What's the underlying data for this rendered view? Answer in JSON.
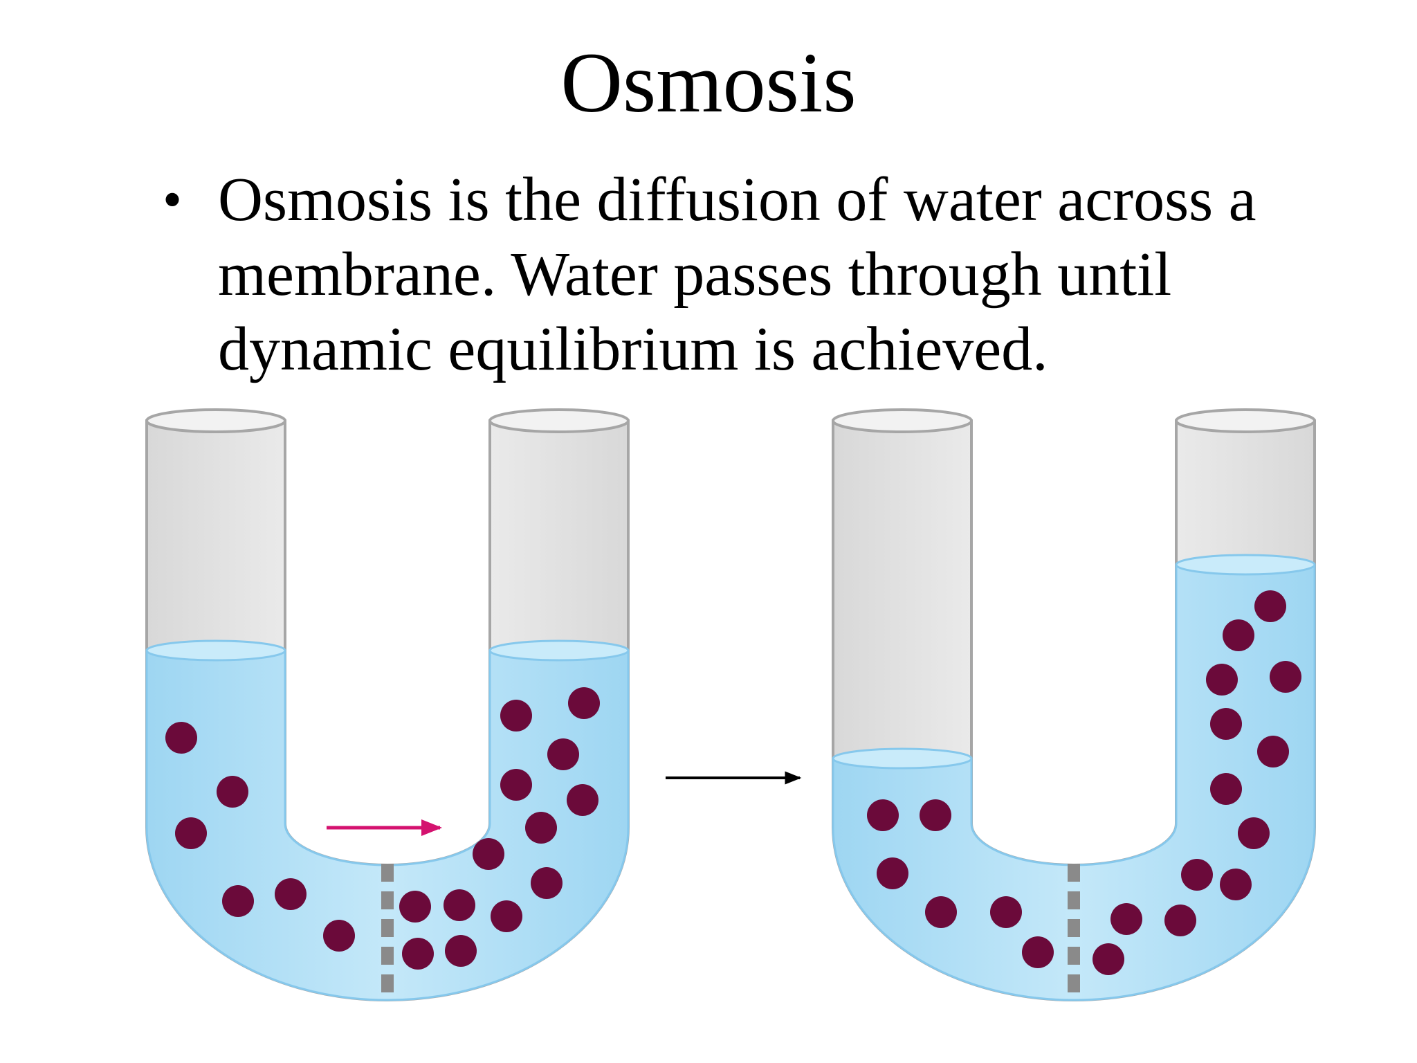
{
  "slide": {
    "title": "Osmosis",
    "bullet_text": "Osmosis is the diffusion of water across a membrane.  Water passes through until dynamic equilibrium is achieved.",
    "bullet_symbol": "•"
  },
  "diagram": {
    "colors": {
      "water": "#a9dcf4",
      "water_dark": "#86c8ec",
      "tube_glass": "#e6e6e6",
      "tube_edge": "#a6a6a6",
      "solute": "#6b0a3a",
      "membrane": "#8a8a8a",
      "flow_arrow": "#d4126f",
      "step_arrow": "#000000"
    },
    "panels": [
      {
        "name": "before",
        "flow_arrow_icon": "magenta-right-arrow-icon"
      },
      {
        "name": "after"
      }
    ],
    "transition_arrow_icon": "black-right-arrow-icon"
  }
}
